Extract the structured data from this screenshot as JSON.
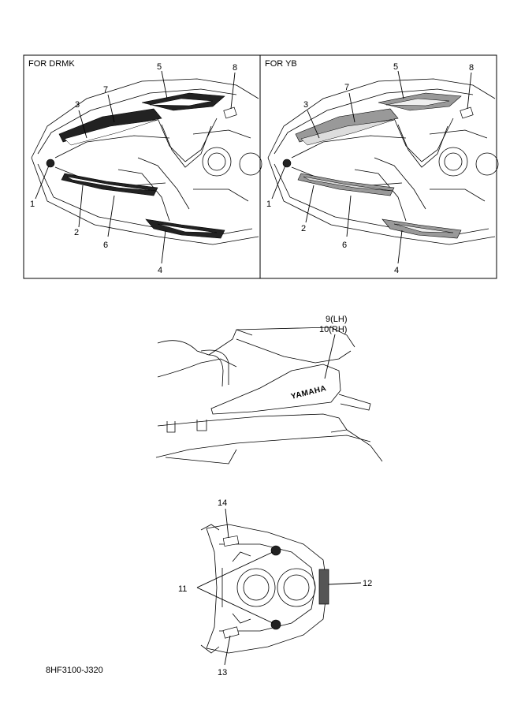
{
  "panels": {
    "left": {
      "header": "FOR DRMK",
      "callouts": [
        "1",
        "2",
        "3",
        "4",
        "5",
        "6",
        "7",
        "8"
      ]
    },
    "right": {
      "header": "FOR YB",
      "callouts": [
        "1",
        "2",
        "3",
        "4",
        "5",
        "6",
        "7",
        "8"
      ]
    }
  },
  "side_view": {
    "callout_lh": "9(LH)",
    "callout_rh": "10(RH)",
    "decal_text": "YAMAHA"
  },
  "top_view": {
    "callouts": [
      "11",
      "12",
      "13",
      "14"
    ]
  },
  "drawing_code": "8HF3100-J320"
}
